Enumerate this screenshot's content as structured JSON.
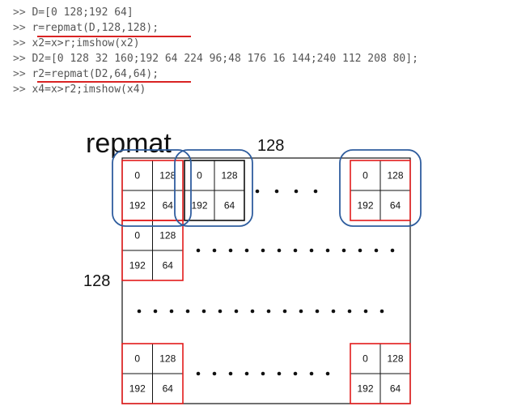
{
  "code": {
    "prompt": ">>",
    "lines": [
      "D=[0 128;192 64]",
      "r=repmat(D,128,128);",
      "x2=x>r;imshow(x2)",
      "D2=[0 128 32 160;192 64 224 96;48 176 16 144;240 112 208 80];",
      "r2=repmat(D2,64,64);",
      "x4=x>r2;imshow(x4)"
    ]
  },
  "diagram": {
    "title": "repmat",
    "top_label": "128",
    "left_label": "128",
    "block": {
      "a": "0",
      "b": "128",
      "c": "192",
      "d": "64"
    },
    "colors": {
      "red": "#e31b1b",
      "blue": "#2f5d9e",
      "black": "#111111"
    }
  }
}
